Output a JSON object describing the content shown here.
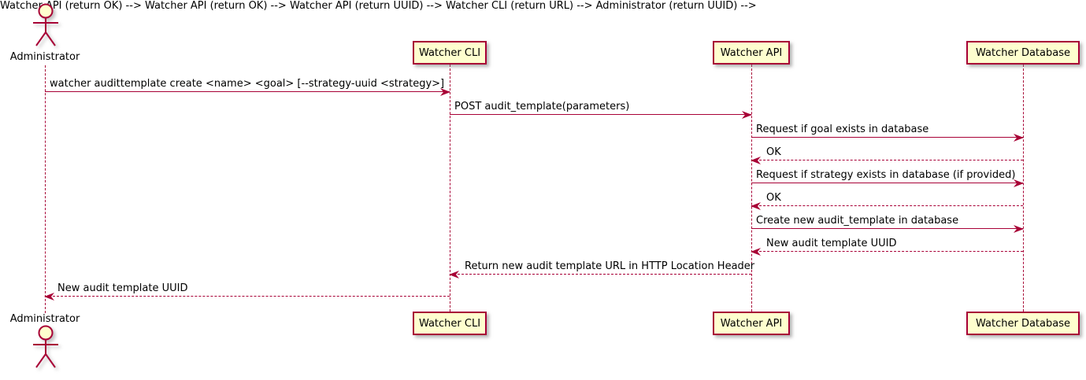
{
  "diagram": {
    "type": "uml-sequence-diagram",
    "colors": {
      "participant_fill": "#FEFECE",
      "border": "#A80036",
      "arrow": "#A80036",
      "text": "#000000",
      "background": "#FFFFFF"
    },
    "actor": {
      "name": "Administrator"
    },
    "participants": [
      {
        "label": "Watcher CLI"
      },
      {
        "label": "Watcher API"
      },
      {
        "label": "Watcher Database"
      }
    ],
    "messages": [
      {
        "from": "Administrator",
        "to": "Watcher CLI",
        "style": "solid",
        "label": "watcher audittemplate create <name> <goal> [--strategy-uuid <strategy>]"
      },
      {
        "from": "Watcher CLI",
        "to": "Watcher API",
        "style": "solid",
        "label": "POST audit_template(parameters)"
      },
      {
        "from": "Watcher API",
        "to": "Watcher Database",
        "style": "solid",
        "label": "Request if goal exists in database"
      },
      {
        "from": "Watcher Database",
        "to": "Watcher API",
        "style": "dashed",
        "label": "OK"
      },
      {
        "from": "Watcher API",
        "to": "Watcher Database",
        "style": "solid",
        "label": "Request if strategy exists in database (if provided)"
      },
      {
        "from": "Watcher Database",
        "to": "Watcher API",
        "style": "dashed",
        "label": "OK"
      },
      {
        "from": "Watcher API",
        "to": "Watcher Database",
        "style": "solid",
        "label": "Create new audit_template in database"
      },
      {
        "from": "Watcher Database",
        "to": "Watcher API",
        "style": "dashed",
        "label": "New audit template UUID"
      },
      {
        "from": "Watcher API",
        "to": "Watcher CLI",
        "style": "dashed",
        "label": "Return new audit template URL in HTTP Location Header"
      },
      {
        "from": "Watcher CLI",
        "to": "Administrator",
        "style": "dashed",
        "label": "New audit template UUID"
      }
    ]
  }
}
